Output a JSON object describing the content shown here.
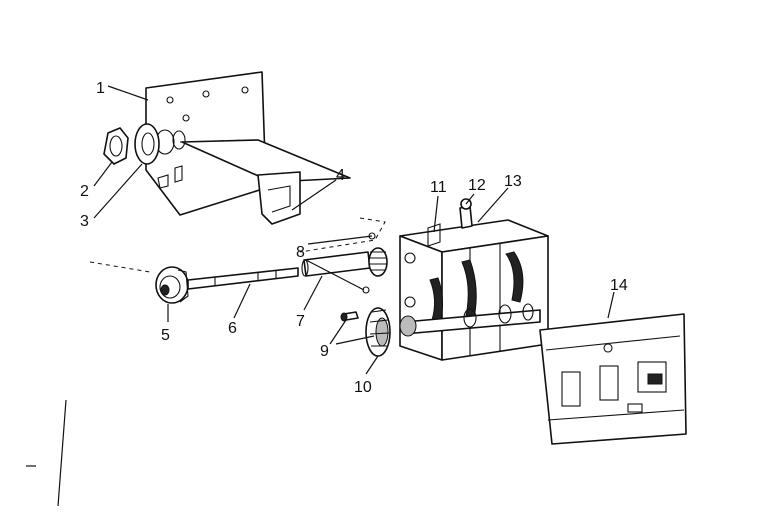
{
  "callouts": [
    {
      "id": "1",
      "label": "1"
    },
    {
      "id": "2",
      "label": "2"
    },
    {
      "id": "3",
      "label": "3"
    },
    {
      "id": "4",
      "label": "4"
    },
    {
      "id": "5",
      "label": "5"
    },
    {
      "id": "6",
      "label": "6"
    },
    {
      "id": "7",
      "label": "7"
    },
    {
      "id": "8",
      "label": "8"
    },
    {
      "id": "9",
      "label": "9"
    },
    {
      "id": "10",
      "label": "10"
    },
    {
      "id": "11",
      "label": "11"
    },
    {
      "id": "12",
      "label": "12"
    },
    {
      "id": "13",
      "label": "13"
    },
    {
      "id": "14",
      "label": "14"
    }
  ]
}
